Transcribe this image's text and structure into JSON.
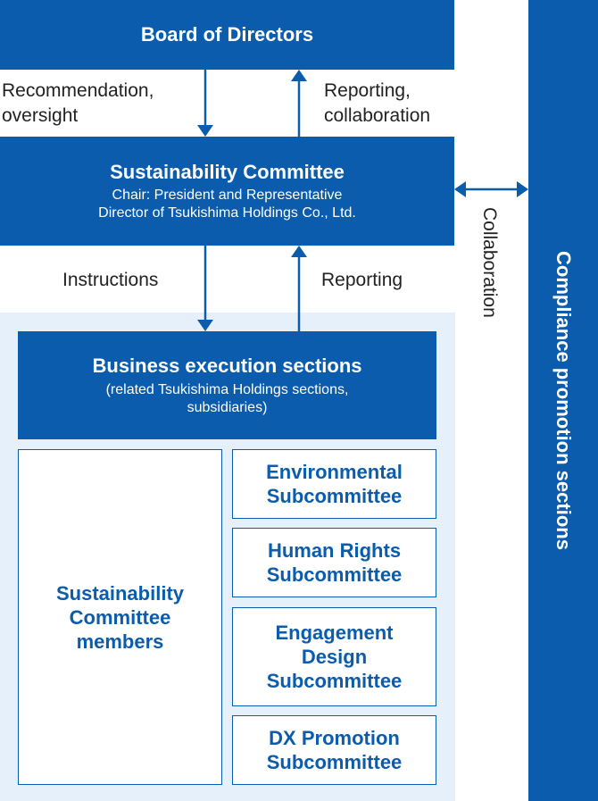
{
  "colors": {
    "primary": "#0b5cad",
    "light": "#e6f0fa",
    "text": "#222222"
  },
  "board": {
    "title": "Board of Directors"
  },
  "labels": {
    "recommendation_line1": "Recommendation,",
    "recommendation_line2": "oversight",
    "reporting_collab_line1": "Reporting,",
    "reporting_collab_line2": "collaboration",
    "instructions": "Instructions",
    "reporting": "Reporting",
    "collaboration": "Collaboration"
  },
  "sustainability_committee": {
    "title": "Sustainability Committee",
    "chair_line1": "Chair: President and Representative",
    "chair_line2": "Director of Tsukishima Holdings Co., Ltd."
  },
  "business_execution": {
    "title": "Business execution sections",
    "sub_line1": "(related Tsukishima Holdings sections,",
    "sub_line2": "subsidiaries)"
  },
  "members": {
    "line1": "Sustainability",
    "line2": "Committee",
    "line3": "members"
  },
  "subcommittees": [
    {
      "line1": "Environmental",
      "line2": "Subcommittee"
    },
    {
      "line1": "Human Rights",
      "line2": "Subcommittee"
    },
    {
      "line1": "Engagement",
      "line2": "Design",
      "line3": "Subcommittee"
    },
    {
      "line1": "DX Promotion",
      "line2": "Subcommittee"
    }
  ],
  "compliance": {
    "title": "Compliance promotion sections"
  }
}
